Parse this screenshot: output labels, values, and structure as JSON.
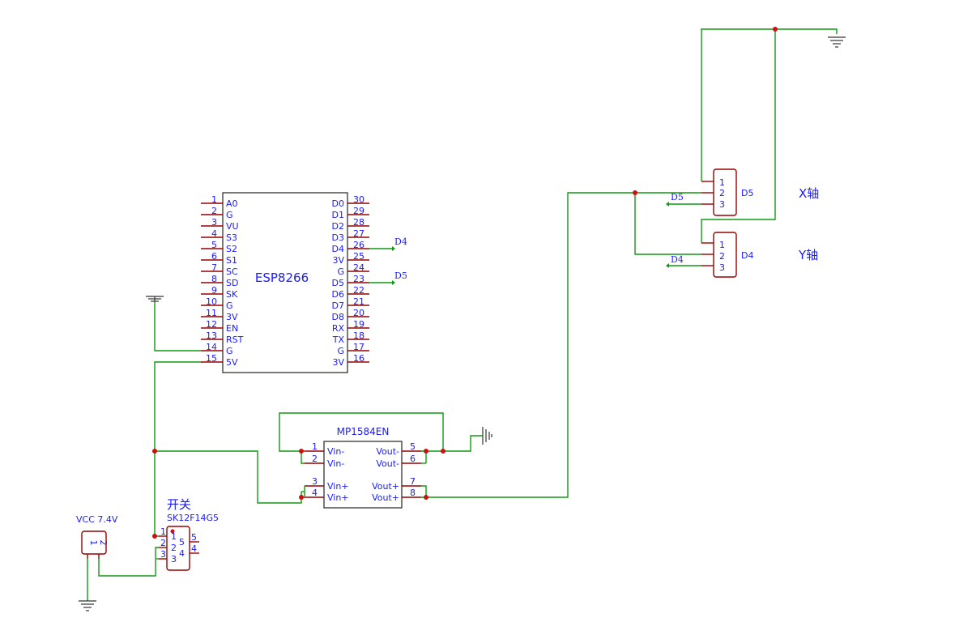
{
  "esp8266": {
    "name": "ESP8266",
    "left_pins": [
      {
        "num": "1",
        "label": "A0"
      },
      {
        "num": "2",
        "label": "G"
      },
      {
        "num": "3",
        "label": "VU"
      },
      {
        "num": "4",
        "label": "S3"
      },
      {
        "num": "5",
        "label": "S2"
      },
      {
        "num": "6",
        "label": "S1"
      },
      {
        "num": "7",
        "label": "SC"
      },
      {
        "num": "8",
        "label": "SD"
      },
      {
        "num": "9",
        "label": "SK"
      },
      {
        "num": "10",
        "label": "G"
      },
      {
        "num": "11",
        "label": "3V"
      },
      {
        "num": "12",
        "label": "EN"
      },
      {
        "num": "13",
        "label": "RST"
      },
      {
        "num": "14",
        "label": "G"
      },
      {
        "num": "15",
        "label": "5V"
      }
    ],
    "right_pins": [
      {
        "num": "30",
        "label": "D0"
      },
      {
        "num": "29",
        "label": "D1"
      },
      {
        "num": "28",
        "label": "D2"
      },
      {
        "num": "27",
        "label": "D3"
      },
      {
        "num": "26",
        "label": "D4"
      },
      {
        "num": "25",
        "label": "3V"
      },
      {
        "num": "24",
        "label": "G"
      },
      {
        "num": "23",
        "label": "D5"
      },
      {
        "num": "22",
        "label": "D6"
      },
      {
        "num": "21",
        "label": "D7"
      },
      {
        "num": "20",
        "label": "D8"
      },
      {
        "num": "19",
        "label": "RX"
      },
      {
        "num": "18",
        "label": "TX"
      },
      {
        "num": "17",
        "label": "G"
      },
      {
        "num": "16",
        "label": "3V"
      }
    ]
  },
  "nets": {
    "d4": "D4",
    "d5": "D5"
  },
  "mp1584": {
    "name": "MP1584EN",
    "left_pins": [
      {
        "num": "1",
        "label": "Vin-"
      },
      {
        "num": "2",
        "label": "Vin-"
      },
      {
        "num": "3",
        "label": "Vin+"
      },
      {
        "num": "4",
        "label": "Vin+"
      }
    ],
    "right_pins": [
      {
        "num": "5",
        "label": "Vout-"
      },
      {
        "num": "6",
        "label": "Vout-"
      },
      {
        "num": "7",
        "label": "Vout+"
      },
      {
        "num": "8",
        "label": "Vout+"
      }
    ]
  },
  "switch": {
    "title": "开关",
    "part": "SK12F14G5",
    "left_outer": [
      "1",
      "2",
      "3"
    ],
    "left_inner": [
      "1",
      "2",
      "3"
    ],
    "inner_right": [
      "5",
      "4"
    ],
    "outer_right": [
      "5",
      "4"
    ]
  },
  "vcc": {
    "label": "VCC 7.4V",
    "pins": [
      "1",
      "2"
    ]
  },
  "connectors": [
    {
      "designator": "D5",
      "pins": [
        "1",
        "2",
        "3"
      ],
      "axis_label": "X轴"
    },
    {
      "designator": "D4",
      "pins": [
        "1",
        "2",
        "3"
      ],
      "axis_label": "Y轴"
    }
  ],
  "colors": {
    "wire": "#119911",
    "part_outline": "#990000",
    "text": "#1a1aff",
    "junction": "#cc1111"
  }
}
